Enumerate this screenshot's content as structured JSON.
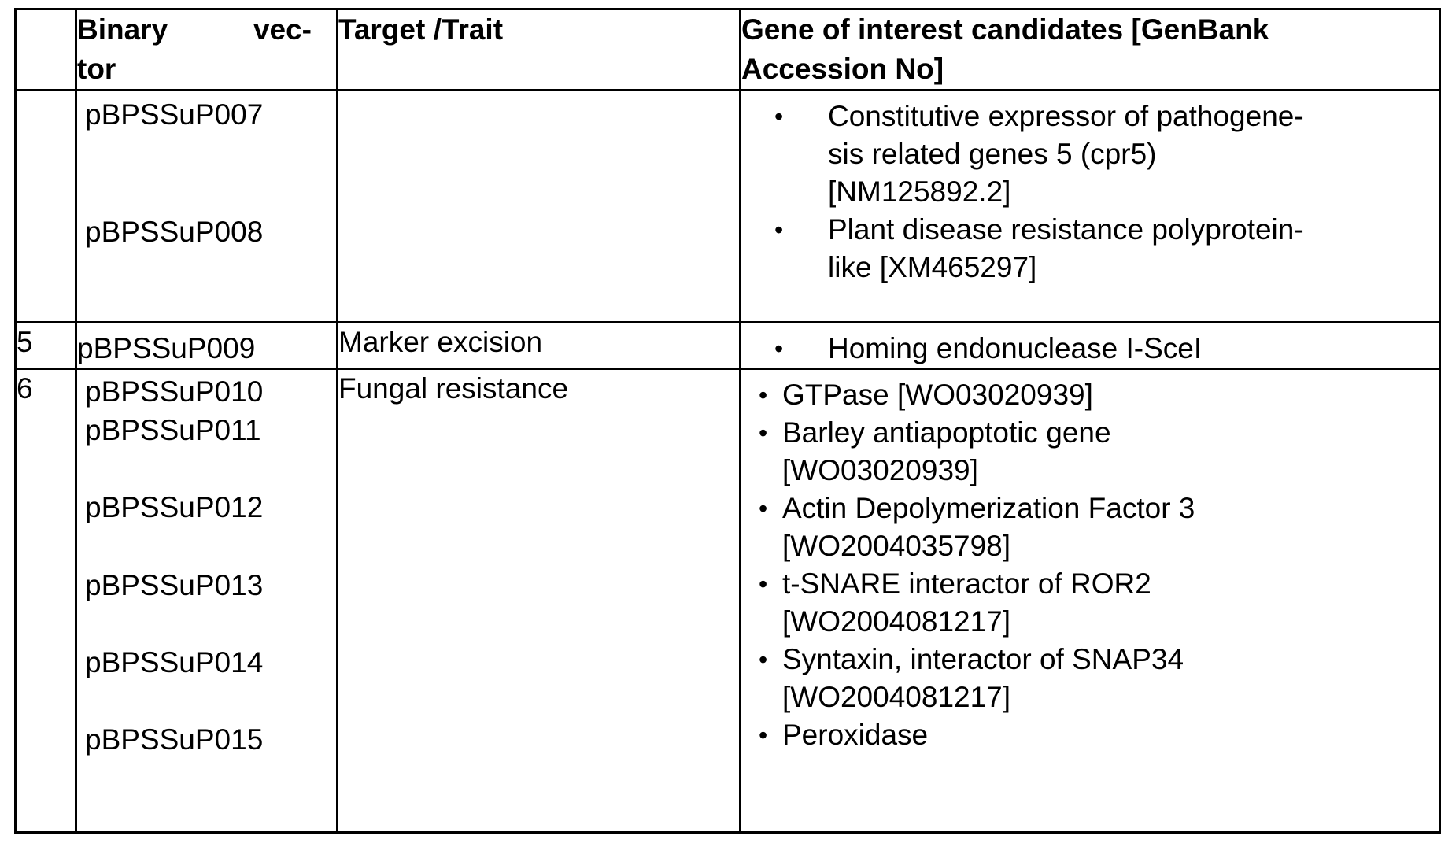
{
  "table": {
    "columns": [
      {
        "key": "num",
        "label": ""
      },
      {
        "key": "vec",
        "label_line1": "Binary",
        "label_line2": "vec-",
        "label_line3": "tor",
        "label_full": "Binary vector"
      },
      {
        "key": "trait",
        "label": "Target /Trait"
      },
      {
        "key": "gene",
        "label_line1": "Gene of interest candidates [GenBank",
        "label_line2": "Accession No]",
        "label_full": "Gene of interest candidates [GenBank Accession No]"
      }
    ],
    "rows": [
      {
        "num": "",
        "vectors": [
          "pBPSSuP007",
          "pBPSSuP008"
        ],
        "trait": "",
        "genes": [
          "Constitutive expressor of pathogenesis related genes 5 (cpr5) [NM125892.2]",
          "Plant disease resistance polyprotein-like [XM465297]"
        ],
        "gene_lines": [
          [
            "Constitutive expressor of pathogene-",
            "sis related genes 5 (cpr5)",
            "[NM125892.2]"
          ],
          [
            "Plant disease resistance polyprotein-",
            "like [XM465297]"
          ]
        ]
      },
      {
        "num": "5",
        "vectors": [
          "pBPSSuP009"
        ],
        "trait": "Marker excision",
        "genes": [
          "Homing endonuclease I-SceI"
        ],
        "gene_lines": [
          [
            "Homing endonuclease I-SceI"
          ]
        ]
      },
      {
        "num": "6",
        "vectors": [
          "pBPSSuP010",
          "pBPSSuP011",
          "pBPSSuP012",
          "pBPSSuP013",
          "pBPSSuP014",
          "pBPSSuP015"
        ],
        "trait": "Fungal resistance",
        "genes": [
          "GTPase [WO03020939]",
          "Barley antiapoptotic gene [WO03020939]",
          "Actin Depolymerization Factor 3 [WO2004035798]",
          "t-SNARE interactor of ROR2 [WO2004081217]",
          "Syntaxin, interactor of SNAP34 [WO2004081217]",
          "Peroxidase"
        ],
        "gene_lines": [
          [
            "GTPase [WO03020939]"
          ],
          [
            "Barley antiapoptotic gene",
            "[WO03020939]"
          ],
          [
            "Actin Depolymerization Factor 3",
            "[WO2004035798]"
          ],
          [
            "t-SNARE interactor of ROR2",
            "[WO2004081217]"
          ],
          [
            "Syntaxin, interactor of SNAP34",
            "[WO2004081217]"
          ],
          [
            "Peroxidase"
          ]
        ]
      }
    ]
  }
}
